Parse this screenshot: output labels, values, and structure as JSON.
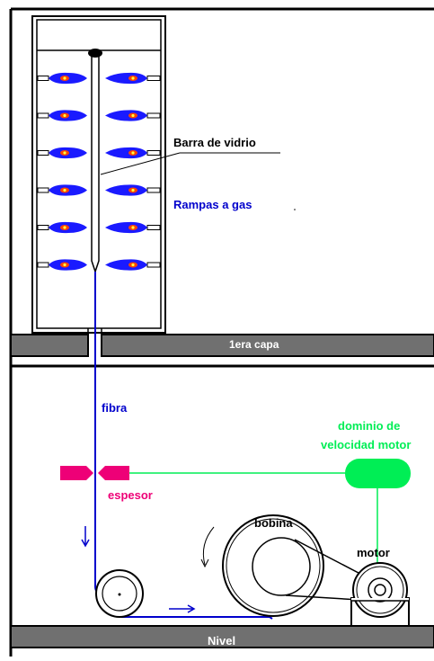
{
  "labels": {
    "glass_rod": "Barra de vidrio",
    "gas_ramps": "Rampas a gas",
    "first_layer": "1era capa",
    "fiber": "fibra",
    "motor_speed_line1": "dominio de",
    "motor_speed_line2": "velocidad motor",
    "thickness": "espesor",
    "coil": "bobina",
    "motor": "motor",
    "level": "Nivel"
  },
  "colors": {
    "fiber_blue": "#0000cc",
    "control_green": "#00ee55",
    "sensor_magenta": "#ee0077",
    "platform_gray": "#707070",
    "flame_blue": "#1a1aff",
    "flame_core": "#ff4400",
    "line_black": "#000000"
  },
  "burners": {
    "count_per_side": 6,
    "sides": [
      "left",
      "right"
    ]
  }
}
